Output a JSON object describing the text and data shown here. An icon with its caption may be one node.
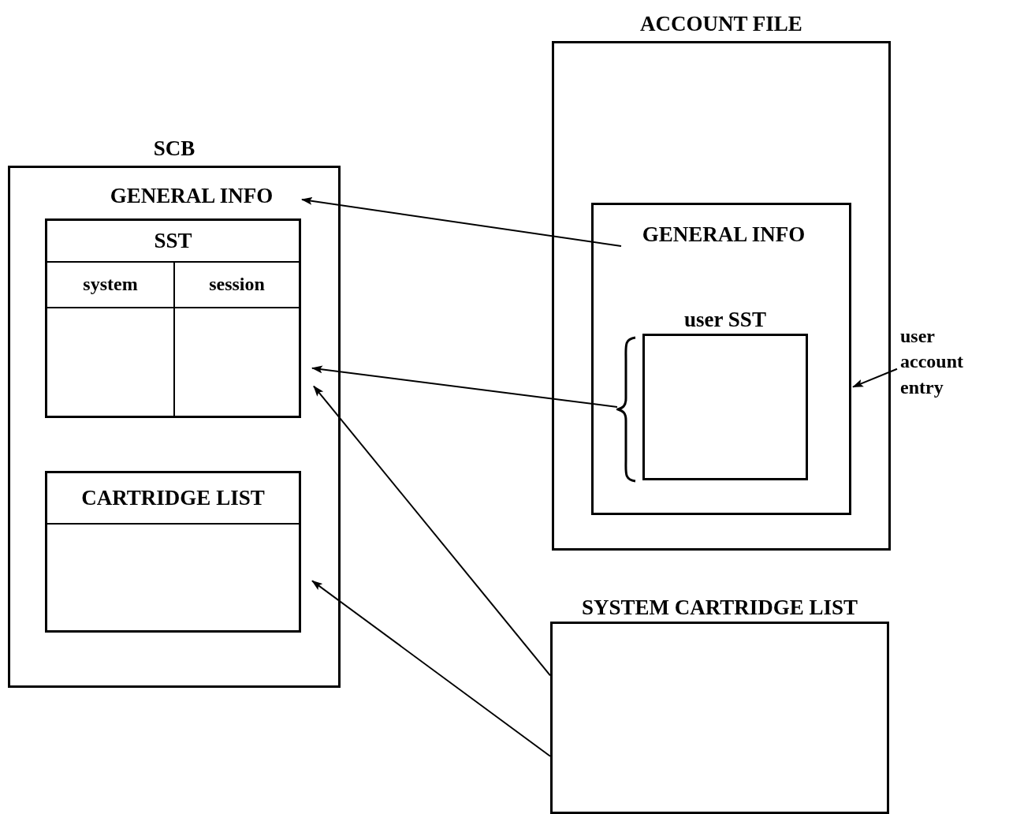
{
  "diagram": {
    "nodes": [
      {
        "text": [
          "SCB"
        ]
      },
      {
        "text": [
          "GENERAL INFO"
        ],
        "in": 0
      },
      {
        "text": [
          "SST"
        ],
        "in": 0
      },
      {
        "text": [
          "system"
        ],
        "in": 2
      },
      {
        "text": [
          "session"
        ],
        "in": 2
      },
      {
        "text": [
          "CARTRIDGE LIST"
        ],
        "in": 0
      },
      {
        "text": [
          "ACCOUNT FILE"
        ]
      },
      {
        "text": [],
        "shape": "box",
        "in": 6
      },
      {
        "text": [
          "GENERAL INFO"
        ],
        "in": 7
      },
      {
        "text": [
          "user SST"
        ],
        "in": 7
      },
      {
        "text": [
          "SYSTEM CARTRIDGE LIST"
        ]
      },
      {
        "text": [
          "user account entry"
        ]
      }
    ],
    "edges": [
      {
        "from": 8,
        "to": 1,
        "arrow": "to"
      },
      {
        "from": 9,
        "to": 2,
        "arrow": "to"
      },
      {
        "from": 10,
        "to": 2,
        "arrow": "to"
      },
      {
        "from": 10,
        "to": 5,
        "arrow": "to"
      },
      {
        "from": 11,
        "to": 7,
        "arrow": "to"
      }
    ]
  }
}
